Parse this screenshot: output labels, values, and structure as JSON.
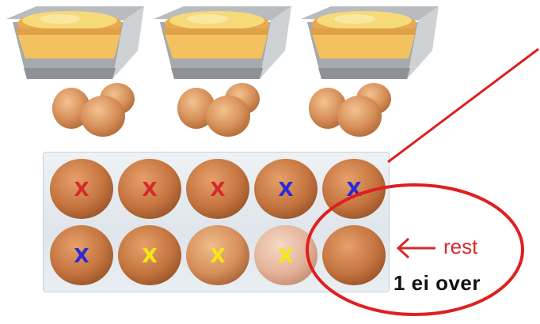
{
  "image": {
    "description_items": {
      "cakes": 3,
      "loose_egg_groups": 3,
      "carton_eggs": 10
    }
  },
  "carton": {
    "marks": [
      {
        "symbol": "X",
        "color": "red"
      },
      {
        "symbol": "X",
        "color": "red"
      },
      {
        "symbol": "X",
        "color": "red"
      },
      {
        "symbol": "X",
        "color": "blue"
      },
      {
        "symbol": "X",
        "color": "blue"
      },
      {
        "symbol": "X",
        "color": "blue"
      },
      {
        "symbol": "X",
        "color": "yellow"
      },
      {
        "symbol": "X",
        "color": "yellow"
      },
      {
        "symbol": "X",
        "color": "yellow"
      },
      {
        "symbol": "",
        "color": "none"
      }
    ]
  },
  "annotation": {
    "rest_label": "rest",
    "leftover_label": "1 ei over",
    "arrow_symbol": "←"
  },
  "colors": {
    "red_mark": "#d42a2a",
    "blue_mark": "#2a2ad8",
    "yellow_mark": "#f7e71a",
    "egg": "#c77a45",
    "annotation": "#e01f1f"
  }
}
